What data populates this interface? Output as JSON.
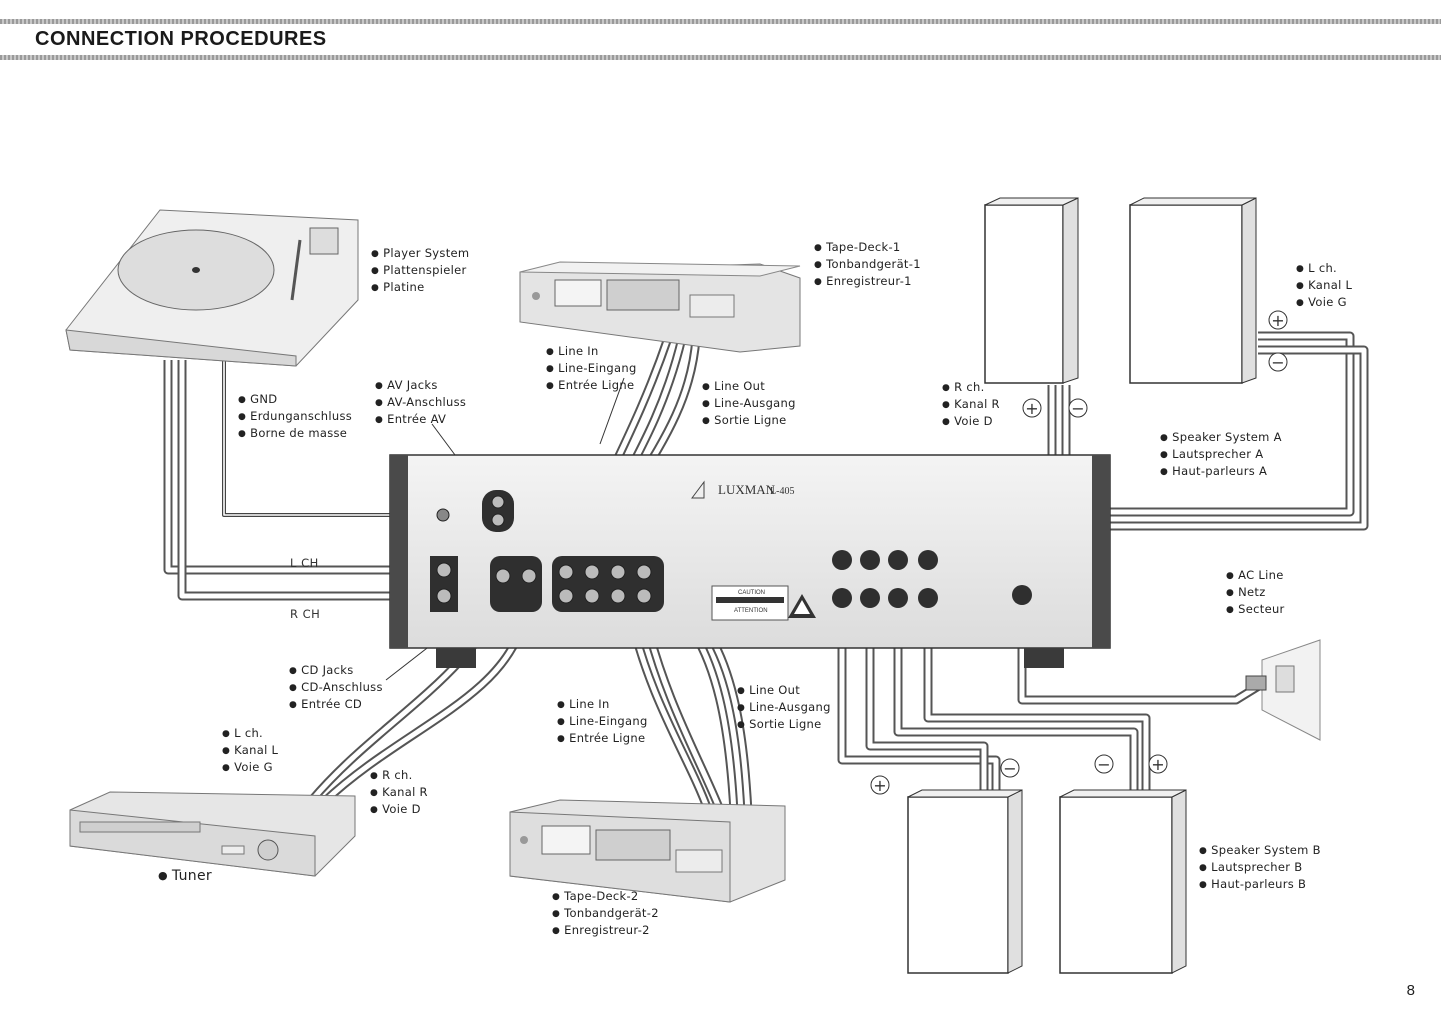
{
  "header": {
    "title": "CONNECTION PROCEDURES"
  },
  "amplifier": {
    "brand": "LUXMAN",
    "model": "L-405",
    "caution": "CAUTION",
    "attention": "ATTENTION"
  },
  "labels": {
    "player": [
      "Player System",
      "Plattenspieler",
      "Platine"
    ],
    "tape1": [
      "Tape-Deck-1",
      "Tonbandgerät-1",
      "Enregistreur-1"
    ],
    "speaker_a_left": [
      "L ch.",
      "Kanal L",
      "Voie G"
    ],
    "speaker_a_right": [
      "R ch.",
      "Kanal R",
      "Voie D"
    ],
    "speaker_a": [
      "Speaker System A",
      "Lautsprecher A",
      "Haut-parleurs A"
    ],
    "gnd": [
      "GND",
      "Erdunganschluss",
      "Borne de masse"
    ],
    "av": [
      "AV Jacks",
      "AV-Anschluss",
      "Entrée AV"
    ],
    "tape1_line_in": [
      "Line In",
      "Line-Eingang",
      "Entrée Ligne"
    ],
    "tape1_line_out": [
      "Line Out",
      "Line-Ausgang",
      "Sortie Ligne"
    ],
    "ac": [
      "AC Line",
      "Netz",
      "Secteur"
    ],
    "cd": [
      "CD Jacks",
      "CD-Anschluss",
      "Entrée CD"
    ],
    "tuner_left": [
      "L ch.",
      "Kanal L",
      "Voie G"
    ],
    "tuner_right": [
      "R ch.",
      "Kanal R",
      "Voie D"
    ],
    "tape2_line_in": [
      "Line In",
      "Line-Eingang",
      "Entrée Ligne"
    ],
    "tape2_line_out": [
      "Line Out",
      "Line-Ausgang",
      "Sortie Ligne"
    ],
    "tuner": [
      "Tuner"
    ],
    "tape2": [
      "Tape-Deck-2",
      "Tonbandgerät-2",
      "Enregistreur-2"
    ],
    "speaker_b": [
      "Speaker System B",
      "Lautsprecher B",
      "Haut-parleurs B"
    ]
  },
  "channel": {
    "left": "L CH",
    "right": "R CH"
  },
  "signs": {
    "plus": "+",
    "minus": "−"
  },
  "page_number": "8"
}
